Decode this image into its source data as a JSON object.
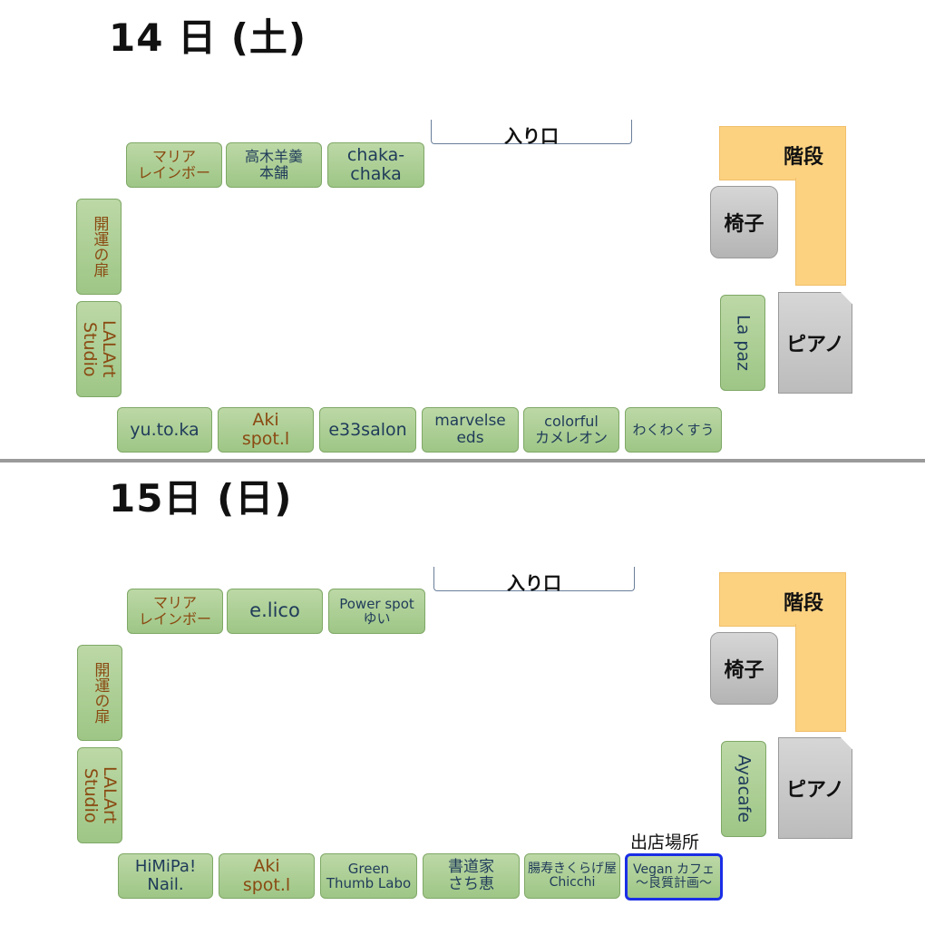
{
  "entrance_label": "入り口",
  "stairs_label": "階段",
  "chair_label": "椅子",
  "piano_label": "ピアノ",
  "day1": {
    "title": "14 日 (土)",
    "top_row": [
      "マリア\nレインボー",
      "高木羊羹\n本舗",
      "chaka-\nchaka"
    ],
    "left_column": [
      "開運の扉",
      "LALArt\nStudio"
    ],
    "right_booth": "La paz",
    "bottom_row": [
      "yu.to.ka",
      "Aki\nspot.l",
      "e33salon",
      "marvelse\neds",
      "colorful\nカメレオン",
      "わくわくすう"
    ]
  },
  "day2": {
    "title": "15日 (日)",
    "top_row": [
      "マリア\nレインボー",
      "e.lico",
      "Power spot\nゆい"
    ],
    "left_column": [
      "開運の扉",
      "LALArt\nStudio"
    ],
    "right_booth": "Ayacafe",
    "bottom_row": [
      "HiMiPa!\nNail.",
      "Aki\nspot.l",
      "Green\nThumb Labo",
      "書道家\nさち恵",
      "腸寿きくらげ屋\nChicchi",
      "Vegan カフェ\n〜良質計画〜"
    ],
    "highlight_label": "出店場所"
  }
}
